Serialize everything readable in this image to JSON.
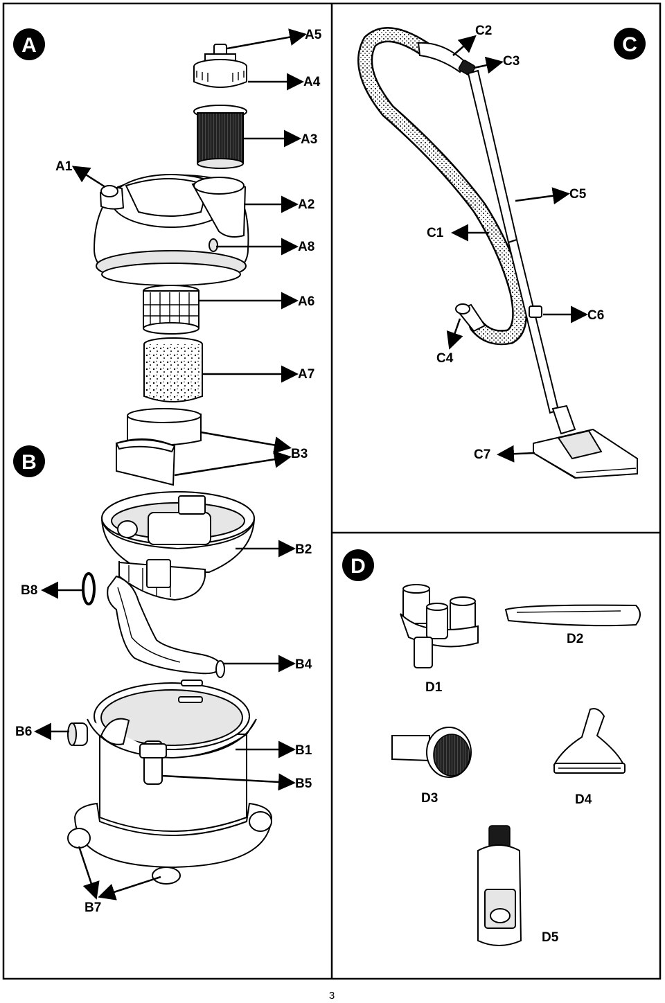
{
  "sections": {
    "A": "A",
    "B": "B",
    "C": "C",
    "D": "D"
  },
  "labels": {
    "A1": "A1",
    "A2": "A2",
    "A3": "A3",
    "A4": "A4",
    "A5": "A5",
    "A6": "A6",
    "A7": "A7",
    "A8": "A8",
    "B1": "B1",
    "B2": "B2",
    "B3": "B3",
    "B4": "B4",
    "B5": "B5",
    "B6": "B6",
    "B7": "B7",
    "B8": "B8",
    "C1": "C1",
    "C2": "C2",
    "C3": "C3",
    "C4": "C4",
    "C5": "C5",
    "C6": "C6",
    "C7": "C7",
    "D1": "D1",
    "D2": "D2",
    "D3": "D3",
    "D4": "D4",
    "D5": "D5"
  },
  "page_number": "3",
  "colors": {
    "line": "#000000",
    "background": "#ffffff",
    "badge": "#000000"
  }
}
